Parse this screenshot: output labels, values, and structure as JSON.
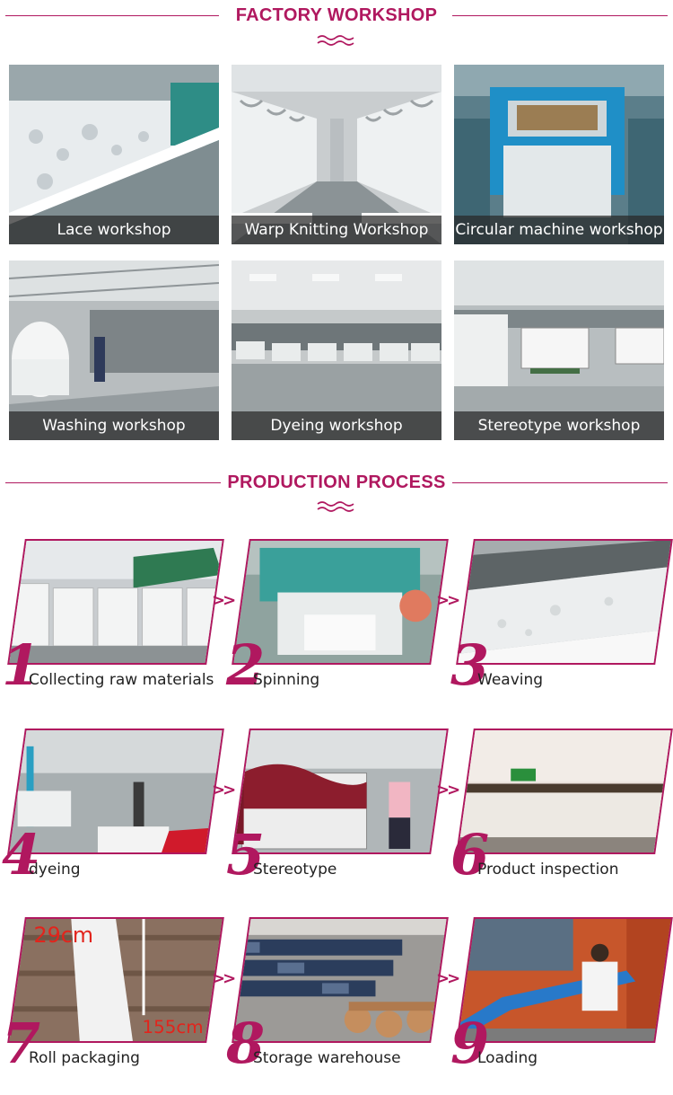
{
  "factory_workshop": {
    "title": "FACTORY WORKSHOP",
    "cards": [
      {
        "label": "Lace workshop",
        "icon": "lace-machine-photo"
      },
      {
        "label": "Warp Knitting Workshop",
        "icon": "warp-knitting-photo"
      },
      {
        "label": "Circular machine workshop",
        "icon": "circular-machine-photo"
      },
      {
        "label": "Washing workshop",
        "icon": "washing-photo"
      },
      {
        "label": "Dyeing workshop",
        "icon": "dyeing-photo"
      },
      {
        "label": "Stereotype workshop",
        "icon": "stereotype-photo"
      }
    ]
  },
  "production_process": {
    "title": "PRODUCTION PROCESS",
    "arrow": ">>",
    "steps": [
      {
        "number": "1",
        "label": "Collecting raw materials"
      },
      {
        "number": "2",
        "label": "Spinning"
      },
      {
        "number": "3",
        "label": "Weaving"
      },
      {
        "number": "4",
        "label": "dyeing"
      },
      {
        "number": "5",
        "label": "Stereotype"
      },
      {
        "number": "6",
        "label": "Product inspection"
      },
      {
        "number": "7",
        "label": "Roll packaging",
        "overlay_top": "29cm",
        "overlay_bottom": "155cm"
      },
      {
        "number": "8",
        "label": "Storage warehouse"
      },
      {
        "number": "9",
        "label": "Loading"
      }
    ]
  },
  "colors": {
    "accent": "#b0185f",
    "caption_bg": "#2a2a2a"
  }
}
